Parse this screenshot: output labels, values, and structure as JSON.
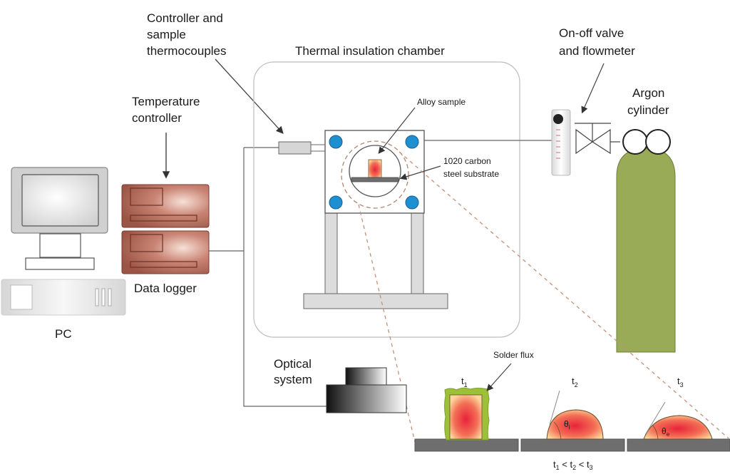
{
  "labels": {
    "controller_thermocouples": [
      "Controller and",
      "sample",
      "thermocouples"
    ],
    "temperature_controller": [
      "Temperature",
      "controller"
    ],
    "thermal_chamber": "Thermal insulation chamber",
    "alloy_sample": "Alloy sample",
    "substrate": [
      "1020  carbon",
      "steel substrate"
    ],
    "valve_flowmeter": [
      "On-off valve",
      "and flowmeter"
    ],
    "argon_cylinder": [
      "Argon",
      "cylinder"
    ],
    "data_logger": "Data logger",
    "pc": "PC",
    "optical_system": [
      "Optical",
      "system"
    ],
    "solder_flux": "Solder flux",
    "time_labels": [
      {
        "t": "t",
        "sub": "1"
      },
      {
        "t": "t",
        "sub": "2"
      },
      {
        "t": "t",
        "sub": "3"
      }
    ],
    "angle_labels": [
      {
        "sym": "θ",
        "sub": "i"
      },
      {
        "sym": "θ",
        "sub": "e"
      }
    ],
    "time_relation": {
      "parts": [
        "t",
        "1",
        " < ",
        "t",
        "2",
        " < ",
        "t",
        "3"
      ]
    }
  },
  "colors": {
    "logger": "#b5705f",
    "cylinder": "#9aab57",
    "bolt": "#1e8fd0",
    "substrate": "#6e6e6e",
    "flux": "#9cc03a",
    "dashed": "#c4917a"
  }
}
